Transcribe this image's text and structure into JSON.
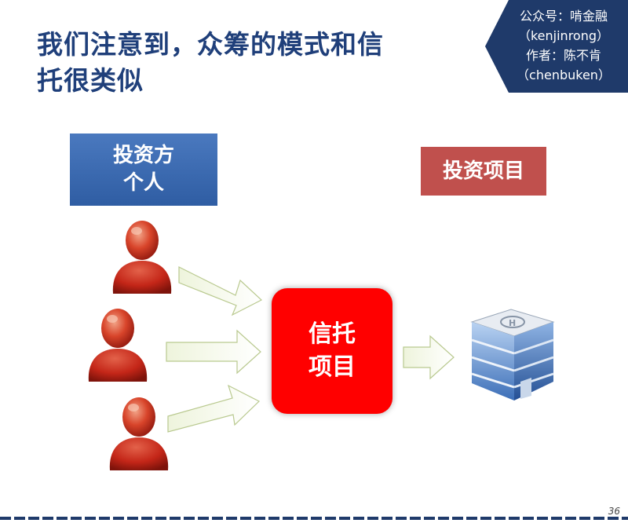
{
  "title": {
    "line1": "我们注意到，众筹的模式和信",
    "line2": "托很类似"
  },
  "badge": {
    "lines": [
      "公众号：啃金融",
      "（kenjinrong）",
      "作者：陈不肯",
      "（chenbuken）"
    ]
  },
  "investor_box": {
    "line1": "投资方",
    "line2": "个人"
  },
  "project_box": {
    "label": "投资项目"
  },
  "trust_box": {
    "line1": "信托",
    "line2": "项目"
  },
  "page_number": "36",
  "colors": {
    "title": "#1f3f7a",
    "investor": "#2f5da3",
    "project": "#c0504d",
    "trust": "#ff0000",
    "badge": "#1f3a6a"
  },
  "icons": [
    "person-icon",
    "right-arrow-icon",
    "office-building-icon"
  ]
}
